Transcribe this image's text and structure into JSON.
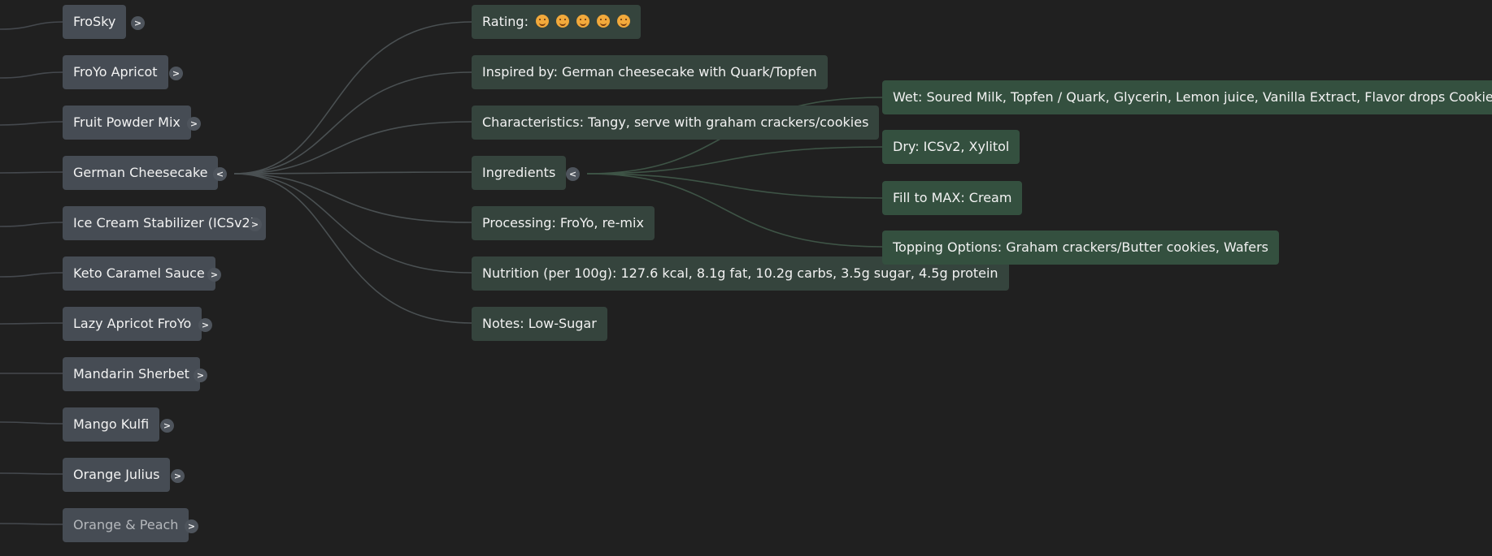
{
  "recipes": [
    {
      "label": "FroSky",
      "toggle": ">"
    },
    {
      "label": "FroYo Apricot",
      "toggle": ">"
    },
    {
      "label": "Fruit Powder Mix",
      "toggle": ">"
    },
    {
      "label": "German Cheesecake",
      "toggle": "<"
    },
    {
      "label": "Ice Cream Stabilizer (ICSv2)",
      "toggle": ">"
    },
    {
      "label": "Keto Caramel Sauce",
      "toggle": ">"
    },
    {
      "label": "Lazy Apricot FroYo",
      "toggle": ">"
    },
    {
      "label": "Mandarin Sherbet",
      "toggle": ">"
    },
    {
      "label": "Mango Kulfi",
      "toggle": ">"
    },
    {
      "label": "Orange Julius",
      "toggle": ">"
    },
    {
      "label": "Orange & Peach",
      "toggle": ">"
    }
  ],
  "details": {
    "rating": "Rating:",
    "rating_icon": "yum-face-emoji",
    "rating_count": 5,
    "inspired": "Inspired by: German cheesecake with Quark/Topfen",
    "characteristics": "Characteristics: Tangy, serve with graham crackers/cookies",
    "ingredients": "Ingredients",
    "ingredients_toggle": "<",
    "processing": "Processing: FroYo, re-mix",
    "nutrition": "Nutrition (per 100g): 127.6 kcal, 8.1g fat, 10.2g carbs, 3.5g sugar, 4.5g protein",
    "notes": "Notes: Low-Sugar"
  },
  "ingredients": {
    "wet": "Wet: Soured Milk, Topfen / Quark, Glycerin, Lemon juice, Vanilla Extract, Flavor drops Cookies&Cream",
    "dry": "Dry: ICSv2, Xylitol",
    "fill": "Fill to MAX: Cream",
    "topping": "Topping Options: Graham crackers/Butter cookies, Wafers"
  },
  "colors": {
    "background": "#202020",
    "recipe_node": "#464c54",
    "detail_node": "#35443d",
    "ingredient_node": "#34503f",
    "connector_recipe": "#45494e",
    "connector_detail": "#4a5052",
    "connector_ingredient": "#3e5446"
  }
}
